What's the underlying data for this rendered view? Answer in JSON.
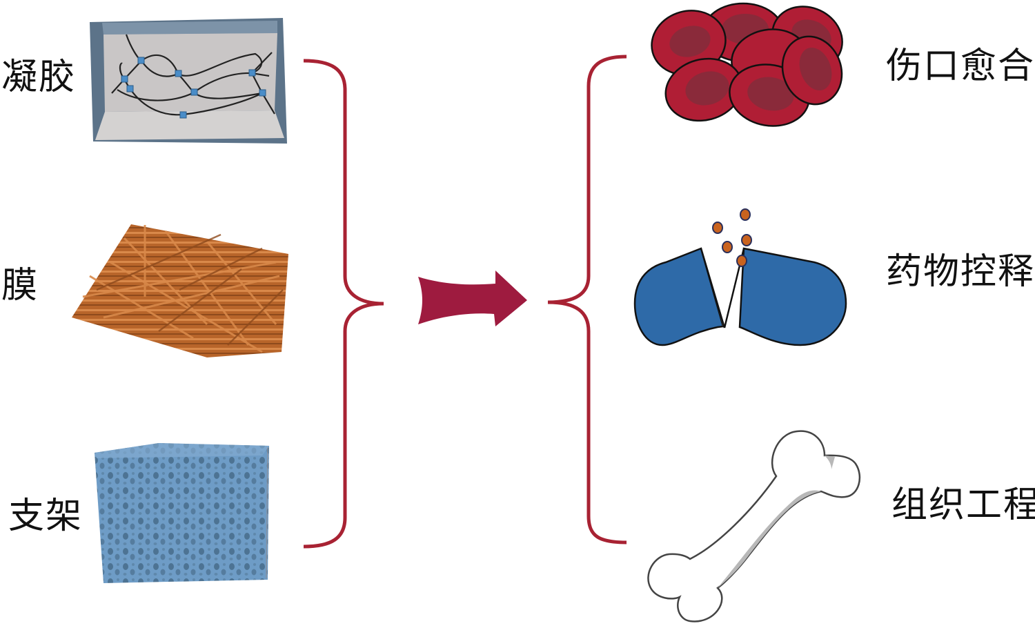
{
  "diagram": {
    "title": "",
    "materials": [
      {
        "id": "hydrogel",
        "label": "凝胶",
        "icon": "hydrogel-network-icon"
      },
      {
        "id": "membrane",
        "label": "膜",
        "icon": "fiber-membrane-icon"
      },
      {
        "id": "scaffold",
        "label": "支架",
        "icon": "porous-scaffold-icon"
      }
    ],
    "applications": [
      {
        "id": "wound-healing",
        "label": "伤口愈合",
        "icon": "red-blood-cells-icon"
      },
      {
        "id": "drug-release",
        "label": "药物控释",
        "icon": "split-capsule-icon"
      },
      {
        "id": "tissue-engineering",
        "label": "组织工程",
        "icon": "bone-icon"
      }
    ],
    "connector": {
      "type": "arrow",
      "direction": "right",
      "icon": "arrow-right-icon"
    },
    "colors": {
      "bracket": "#A82233",
      "arrow": "#9E1B3F",
      "hydrogel_frame": "#5C7389",
      "hydrogel_inner": "#C9C6C6",
      "hydrogel_node": "#4A8DC8",
      "membrane_fiber": "#B8652A",
      "scaffold": "#6E9CC6",
      "blood_cell": "#B01E35",
      "blood_cell_center": "#8A2A3A",
      "capsule": "#2E6AA8",
      "drug_particle": "#C9631F",
      "bone_shadow": "#B8B8B8",
      "text": "#111111"
    }
  }
}
